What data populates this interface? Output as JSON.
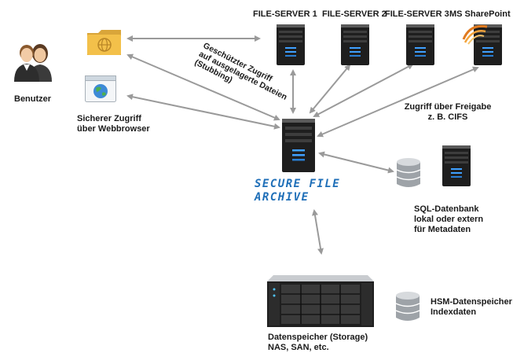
{
  "labels": {
    "users": "Benutzer",
    "web_access_1": "Sicherer Zugriff",
    "web_access_2": "über Webbrowser",
    "protected_1": "Geschützter Zugriff",
    "protected_2": "auf ausgelagerte Dateien",
    "protected_3": "(Stubbing)",
    "fs1": "FILE-SERVER 1",
    "fs2": "FILE-SERVER 2",
    "fs3": "FILE-SERVER 3",
    "sharepoint": "MS SharePoint",
    "share_1": "Zugriff über Freigabe",
    "share_2": "z. B. CIFS",
    "brand_1": "SECURE FILE",
    "brand_2": "ARCHIVE",
    "sql_1": "SQL-Datenbank",
    "sql_2": "lokal oder extern",
    "sql_3": "für Metadaten",
    "hsm_1": "HSM-Datenspeicher",
    "hsm_2": "Indexdaten",
    "storage_1": "Datenspeicher (Storage)",
    "storage_2": "NAS, SAN, etc."
  },
  "colors": {
    "arrow": "#9a9a9a",
    "brand": "#1f6fb8",
    "server_body": "#1e1e1e",
    "folder": "#f3c04a"
  },
  "icons": [
    "users-icon",
    "folder-globe-icon",
    "browser-globe-icon",
    "server-tower-icon",
    "sharepoint-icon",
    "database-icon",
    "storage-array-icon"
  ]
}
